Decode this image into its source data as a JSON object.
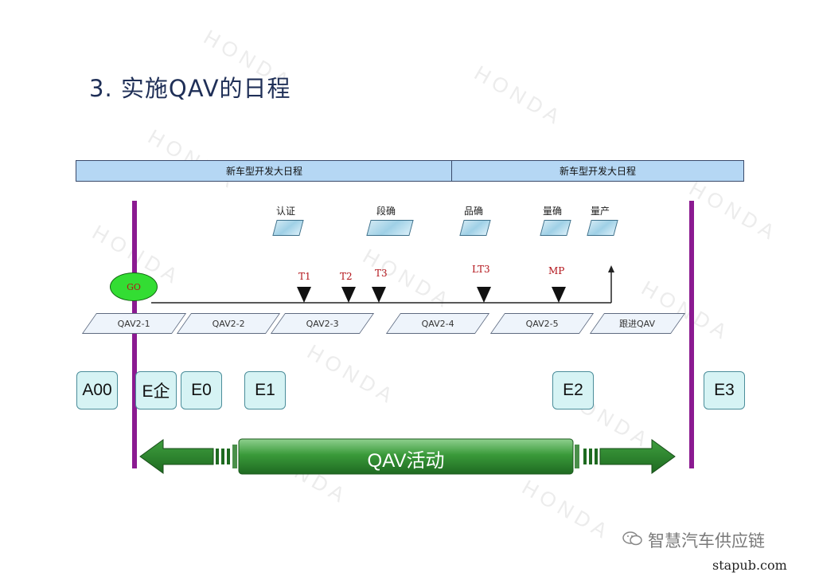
{
  "title": "3. 实施QAV的日程",
  "banners": [
    "新车型开发大日程",
    "新车型开发大日程"
  ],
  "milestones": [
    "认证",
    "段确",
    "品确",
    "量确",
    "量产"
  ],
  "go_label": "GO",
  "t_labels": [
    "T1",
    "T2",
    "T3",
    "LT3",
    "MP"
  ],
  "phases": [
    "QAV2-1",
    "QAV2-2",
    "QAV2-3",
    "QAV2-4",
    "QAV2-5",
    "跟进QAV"
  ],
  "gates": [
    "A00",
    "E企",
    "E0",
    "E1",
    "E2",
    "E3"
  ],
  "arrow_label": "QAV活动",
  "watermark": "HONDA",
  "footer": {
    "brand": "智慧汽车供应链",
    "site": "stapub.com"
  },
  "colors": {
    "banner": "#b5d7f4",
    "gate_fill": "#d6f3f4",
    "divider": "#8b1a91",
    "arrow": "#2e7d32",
    "t_label": "#b3151b",
    "go_fill": "#33dd33"
  }
}
